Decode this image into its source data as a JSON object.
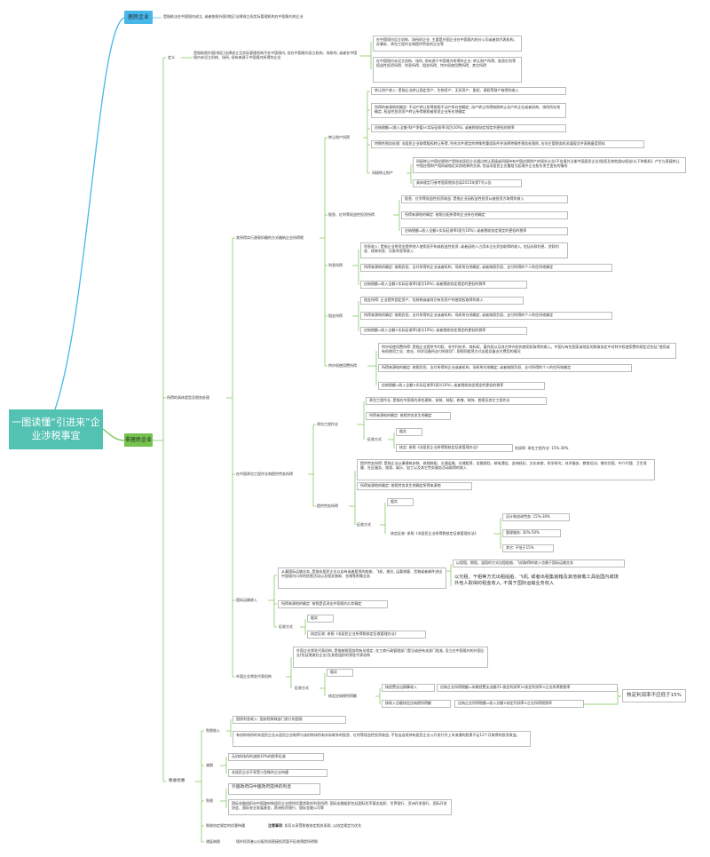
{
  "root": {
    "title": "一图读懂“引进来”企业涉税事宜"
  },
  "resident": {
    "label": "居民企业",
    "desc": "是指依法在中国境内成立, 或者依照外国(地区)法律成立但实际管理机构在中国境内的企业"
  },
  "nonresident": {
    "label": "非居民企业"
  },
  "definition": {
    "label": "定义",
    "main": "是指依照外国(地区)法律成立且实际管理机构不在中国境内, 但在中国境内设立机构、场所的, 或者在中国境内未设立机构、场所, 但有来源于中国境内所得的企业",
    "sub1": "在中国境内设立机构、场所的企业: 主要是外国企业在中国境内的分公司或者其代表机构、办事处、承包工程作业和提供劳务的企业等",
    "sub2": "在中国境内未设立机构、场所, 但有源于中国境内所得的企业: 转让财产所得、股息红利等权益性投资所得、利息所得、租金所得、特许权使用费所得、其它所得"
  },
  "income": {
    "label": "所得的具体类型及税务处理",
    "nopes": "其所得实行源泉扣缴的方式缴纳企业所得税",
    "transfer": {
      "label": "转让财产所得",
      "a": "转让财产收入: 是指企业转让固定资产、生物资产、无形资产、股权、债权等财产取得的收入",
      "b": "所得的来源地的确定: 不动产转让所得按照不动产所在地确定, 动产转让所得按照转让动产的企业或者机构、场所所在地确定, 权益性投资资产转让所得按照被投资企业所在地确定",
      "c": "应纳税额=(收入全额-财产净值)×实际征收率(现为10%), 或者税收协定规定的更低的税率",
      "d": "特殊性税务处理: 非居民企业取得股权转让所得, 符合文件规定的特殊性重组条件并选择特殊性税务处理的, 应向主管税务机关填报文件表格备案资料",
      "e_label": "间接转让财产",
      "e1": "间接转让中国应税财产是指非居民企业通过转让直接或间接持有中国应税财产的境外企业(不含境外注册中国居民企业)股权及其他类似权益(以下称股权), 产生与直接转让中国应税财产相同或相近实质结果的交易, 包括非居民企业重组引起境外企业股东发生变化的情形",
      "e2": "具体规定可参考国家税务总局2015年第7号公告"
    },
    "dividend": {
      "label": "股息、红利等权益性投资所得",
      "a": "股息、红利等权益性投资收益: 是指企业因权益性投资从被投资方取得的收入",
      "b": "所得来源地的确定: 按照分配所得的企业所在地确定",
      "c": "应纳税额=收入全额×实际征收率(现为10%), 或者税收协定规定的更低的税率"
    },
    "interest": {
      "label": "利息所得",
      "a": "利息收入: 是指企业将资金提供他人使用但不构成权益性投资, 或者因他人占用本企业资金取得的收入, 包括存款利息、贷款利息、债券利息、欠款利息等收入",
      "b": "所得来源地的确定: 按照负担、支付所得的企业或者机构、场所所在地确定, 或者按照负担、支付所得的个人的住所地确定",
      "c": "应纳税额=收入全额×实际征收率(现为10%), 或者税收协定规定的更低的税率"
    },
    "rent": {
      "label": "租金所得",
      "a": "租金所得: 企业提供固定资产、包装物或者其它有形资产的使用权取得的收入",
      "b": "所得来源地的确定: 按照负担、支付所得的企业或者机构、场所所在地确定, 或者按照负担、支付所得的个人的住所地确定",
      "c": "应纳税额=收入全额×实际征收率(现为10%), 或者税收协定规定的更低的税率"
    },
    "royalty": {
      "label": "特许权使用费所得",
      "a": "特许权使用费所得: 是指企业提供专利权、非专利技术、商标权、著作权以及其它特许权的使用权取得的收入。中国与有些国家或地区的税收协定中对特许权使用费的规定还包括“使用或有权使用工业、商业、科学设备所支付的款项”, 即视同租赁方式出租设备支付费用的情况",
      "b": "所得来源地的确定: 按照负担、支付所得的企业或者机构、场所所在地确定, 或者按照负担、支付所得的个人的住所地确定",
      "c": "应纳税额=收入全额×实际征收率(现为10%), 或者税收协定规定的更低的税率"
    }
  },
  "contract": {
    "label": "在中国承包工程作业和提供劳务所得",
    "proj": {
      "label": "承包工程作业",
      "a": "承包工程作业, 是指在中国境内承包建筑、安装、装配、修缮、装饰、勘探及其它工程作业",
      "b": "所得来源地的确定: 按照劳务发生地确定",
      "method": "征收方式",
      "m1": "据实",
      "m2": "核定: 参照《非居民企业所得税核定征收管理办法》",
      "m2r": "利润率: 承包工程作业: 15%-30%"
    },
    "svc": {
      "label": "提供劳务所得",
      "a": "提供劳务所得: 是指企业从事建筑安装、修理修配、交通运输、仓储租赁、金融保险、邮电通信、咨询经纪、文化体育、科学研究、技术服务、教育培训、餐饮住宿、中介代理、卫生保健、社区服务、旅游、娱乐、加工以及其它劳务服务活动取得的收入",
      "b": "所得来源地的确定: 按照劳务发生地确定所得来源地",
      "method": "征收方式",
      "m1": "据实",
      "m2": "核定征收: 参照《非居民企业所得税核定征收管理办法》",
      "r1": "设计和咨询劳务: 15%-30%",
      "r2": "管理服务: 30%-50%",
      "r3": "其它: 不低于15%"
    }
  },
  "transport": {
    "label": "国际运输收入",
    "a": "从事国际运输业务, 是指非居民企业以自有或者租赁的船舶、飞机、舱位, 运载旅客、货物或者邮件进出中国境内口岸的经营活动以及相关装卸、仓储等附属业务",
    "a1": "以程租、期租、湿租的方式出租船舶、飞机取得的收入也属于国际运输业务",
    "a2": "以光租、干租等方式出租船舶、飞机, 或者出租集装箱及其他装载工具给国内或境外他人取得的租金收入, 不属于国际运输业务收入",
    "b": "所得来源地的确定: 按照是否进出中国境内口岸确定",
    "method": "征收方式",
    "m1": "据实",
    "m2": "核定征收: 参照《非居民企业所得税核定征收管理办法》"
  },
  "rep": {
    "label": "外国企业常驻代表机构",
    "a": "外国企业常驻代表机构, 是指按照国务院有关规定, 在工商行政管理部门登记或经有关部门批准, 设立在中国境内的外国企业(包括港澳台企业)及其他组织的常驻代表机构",
    "method": "征收方式",
    "m1": "据实",
    "m2": "核定应纳税所得额",
    "x1": "按经费支出换算收入",
    "x1f": "应纳企业所得税额=本期经费支出额/(1-核定利润率)×核定利润率×企业所得税税率",
    "x2": "按收入总额核定应纳税所得额",
    "x2f": "应纳企业所得税额=收入总额×核定利润率×企业所得税税率",
    "note": "核定利润率不应低于15%"
  },
  "pref": {
    "label": "税收优惠",
    "exempt": "免税收入",
    "e1": "国债利息收入: 国务院财政部门发行的国债",
    "e2": "有机构场所的非居民企业从居民企业取得与该机构场所有实际联系的股息、红利等权益性投资收益, 不包括连续持有居民企业公开发行并上市流通的股票不足12个月取得的投资收益。",
    "reduce": "减税",
    "r1": "无机构场所的减按10%的税率征收",
    "r2": "非居民企业不享受小型微利企业待遇",
    "free": "免税",
    "f1": "外国政府向中国政府提供的利息",
    "f2": "国际金融组织向中国政府和居民企业提供优惠贷款的利息所得: 国际金融组织包括国际货币基金组织、世界银行、亚洲开发银行、国际开发协会、国际农业发展基金、欧洲投资银行、国际金融公司等",
    "treaty": "税收协定规定的优惠待遇",
    "treaty_note_key": "注意事项",
    "treaty_note": ": 如可以享受税收协定相关条款, 以协定规定为优先",
    "reinvest": "递延纳税",
    "reinvest_a": "境外投资者以分配利润直接投资暂不征收预提所得税"
  }
}
